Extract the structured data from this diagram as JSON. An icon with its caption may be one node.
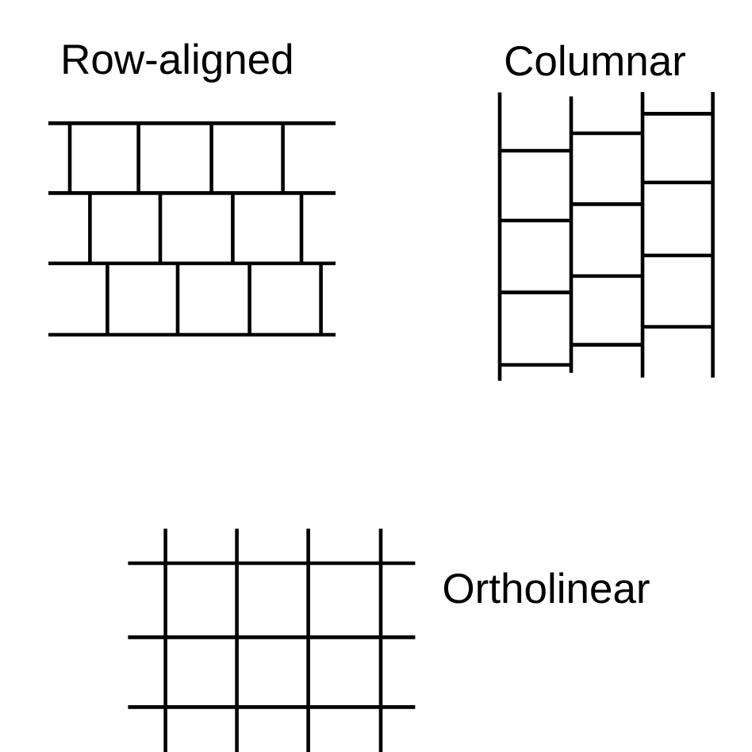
{
  "diagram": {
    "labels": [
      "Row-aligned",
      "Columnar",
      "Ortholinear"
    ]
  }
}
